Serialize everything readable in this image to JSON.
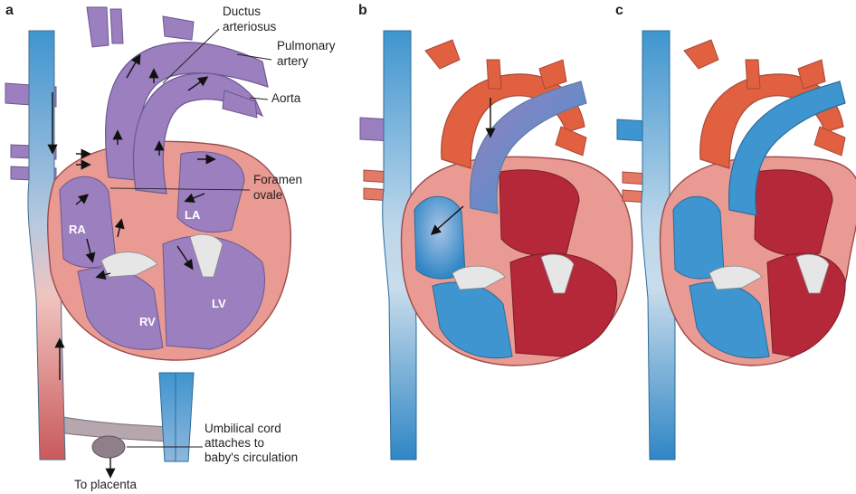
{
  "panels": {
    "a": "a",
    "b": "b",
    "c": "c"
  },
  "labels": {
    "ductus_line1": "Ductus",
    "ductus_line2": "arteriosus",
    "pulmonary_line1": "Pulmonary",
    "pulmonary_line2": "artery",
    "aorta": "Aorta",
    "foramen_line1": "Foramen",
    "foramen_line2": "ovale",
    "umbilical_line1": "Umbilical cord",
    "umbilical_line2": "attaches to",
    "umbilical_line3": "baby's circulation",
    "placenta": "To placenta"
  },
  "chambers": {
    "ra": "RA",
    "la": "LA",
    "rv": "RV",
    "lv": "LV"
  },
  "colors": {
    "mixed_blood": "#9b7fbf",
    "deoxygenated": "#3f95cf",
    "oxygenated": "#e0603f",
    "heart_wall": "#e89a93",
    "left_heart": "#b5283a"
  }
}
